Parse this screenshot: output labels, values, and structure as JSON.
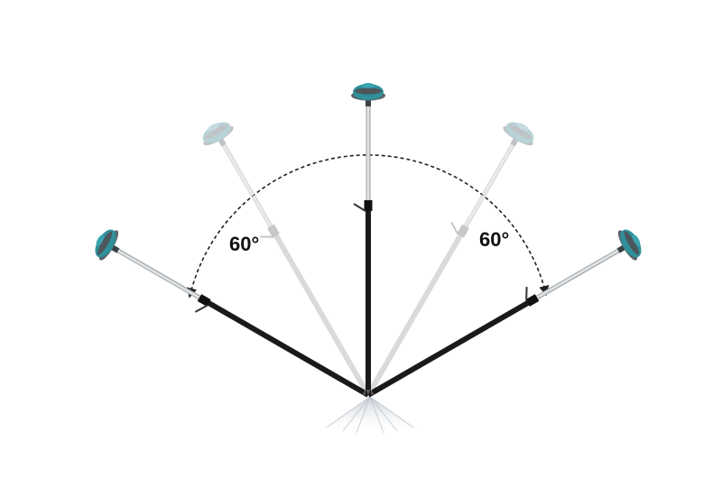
{
  "figure": {
    "angle_left": "60°",
    "angle_right": "60°"
  },
  "colors": {
    "receiver_teal": "#2f8f9b",
    "receiver_body": "#5a6468",
    "pole_black": "#1a1a1a",
    "pole_silver": "#d4d8dc",
    "ghost_pole": "#bdbdbd",
    "arc_dash": "#222222"
  },
  "icons": [
    "gnss-receiver-icon",
    "survey-pole-icon",
    "tilt-arc-arrow-icon"
  ],
  "poles": [
    {
      "id": "far-left",
      "tilt_deg": -60,
      "style": "solid"
    },
    {
      "id": "mid-left",
      "tilt_deg": -30,
      "style": "ghost"
    },
    {
      "id": "center",
      "tilt_deg": 0,
      "style": "solid"
    },
    {
      "id": "mid-right",
      "tilt_deg": 30,
      "style": "ghost"
    },
    {
      "id": "far-right",
      "tilt_deg": 60,
      "style": "solid"
    }
  ]
}
